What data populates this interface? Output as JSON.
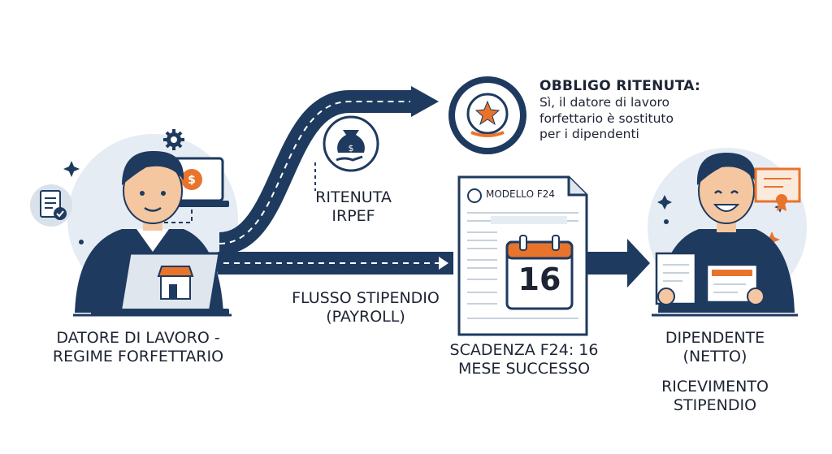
{
  "employer": {
    "label_line1": "DATORE DI LAVORO -",
    "label_line2": "REGIME FORFETTARIO"
  },
  "withholding": {
    "label_line1": "RITENUTA",
    "label_line2": "IRPEF"
  },
  "obligation": {
    "title": "OBBLIGO RITENUTA:",
    "line1": "Sì, il datore di lavoro",
    "line2": "forfettario è sostituto",
    "line3": "per i dipendenti"
  },
  "payroll": {
    "label_line1": "FLUSSO STIPENDIO",
    "label_line2": "(PAYROLL)"
  },
  "f24": {
    "form_title": "MODELLO F24",
    "calendar_day": "16",
    "deadline_line1": "SCADENZA F24: 16",
    "deadline_line2": "MESE SUCCESSO"
  },
  "employee": {
    "label_line1": "DIPENDENTE",
    "label_line2": "(NETTO)",
    "receive_line1": "RICEVIMENTO",
    "receive_line2": "STIPENDIO"
  },
  "colors": {
    "navy": "#1e3a5f",
    "accent_orange": "#e8742c",
    "light_blue": "#e6ecf3",
    "ink": "#1d2433"
  },
  "icons": [
    "gear-icon",
    "dollar-laptop-icon",
    "document-check-icon",
    "shop-icon",
    "money-bag-hand-icon",
    "emblem-icon",
    "calendar-icon",
    "certificate-icon"
  ]
}
